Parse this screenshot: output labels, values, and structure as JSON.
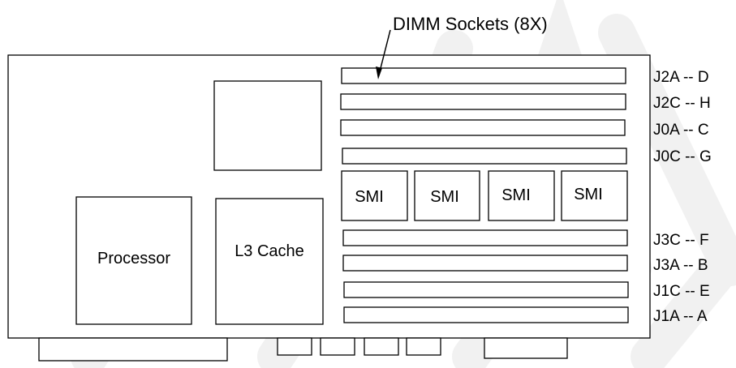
{
  "callout": "DIMM Sockets (8X)",
  "components": {
    "processor": "Processor",
    "l3_cache": "L3 Cache",
    "smi": [
      "SMI",
      "SMI",
      "SMI",
      "SMI"
    ]
  },
  "sockets_top": [
    "J2A -- D",
    "J2C -- H",
    "J0A -- C",
    "J0C -- G"
  ],
  "sockets_bottom": [
    "J3C -- F",
    "J3A -- B",
    "J1C -- E",
    "J1A -- A"
  ]
}
